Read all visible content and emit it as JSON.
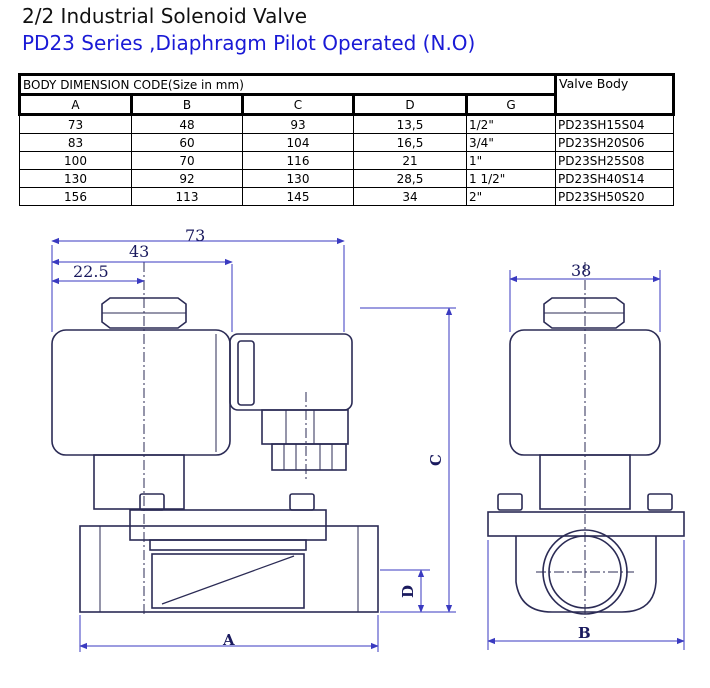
{
  "heading": {
    "title": "2/2 Industrial Solenoid Valve",
    "subtitle": "PD23 Series ,Diaphragm Pilot Operated (N.O)"
  },
  "table": {
    "group_header": "BODY DIMENSION CODE(Size in mm)",
    "body_header": "Valve Body",
    "columns": [
      "A",
      "B",
      "C",
      "D",
      "G"
    ],
    "rows": [
      {
        "A": "73",
        "B": "48",
        "C": "93",
        "D": "13,5",
        "G": "1/2\"",
        "body": "PD23SH15S04"
      },
      {
        "A": "83",
        "B": "60",
        "C": "104",
        "D": "16,5",
        "G": "3/4\"",
        "body": "PD23SH20S06"
      },
      {
        "A": "100",
        "B": "70",
        "C": "116",
        "D": "21",
        "G": "1\"",
        "body": "PD23SH25S08"
      },
      {
        "A": "130",
        "B": "92",
        "C": "130",
        "D": "28,5",
        "G": "1 1/2\"",
        "body": "PD23SH40S14"
      },
      {
        "A": "156",
        "B": "113",
        "C": "145",
        "D": "34",
        "G": "2\"",
        "body": "PD23SH50S20"
      }
    ]
  },
  "drawing": {
    "dim_73": "73",
    "dim_43": "43",
    "dim_22_5": "22.5",
    "dim_38": "38",
    "label_a": "A",
    "label_b": "B",
    "label_c": "C",
    "label_d": "D",
    "line_color": "#2b2b55",
    "dim_color": "#3a3ac0"
  }
}
